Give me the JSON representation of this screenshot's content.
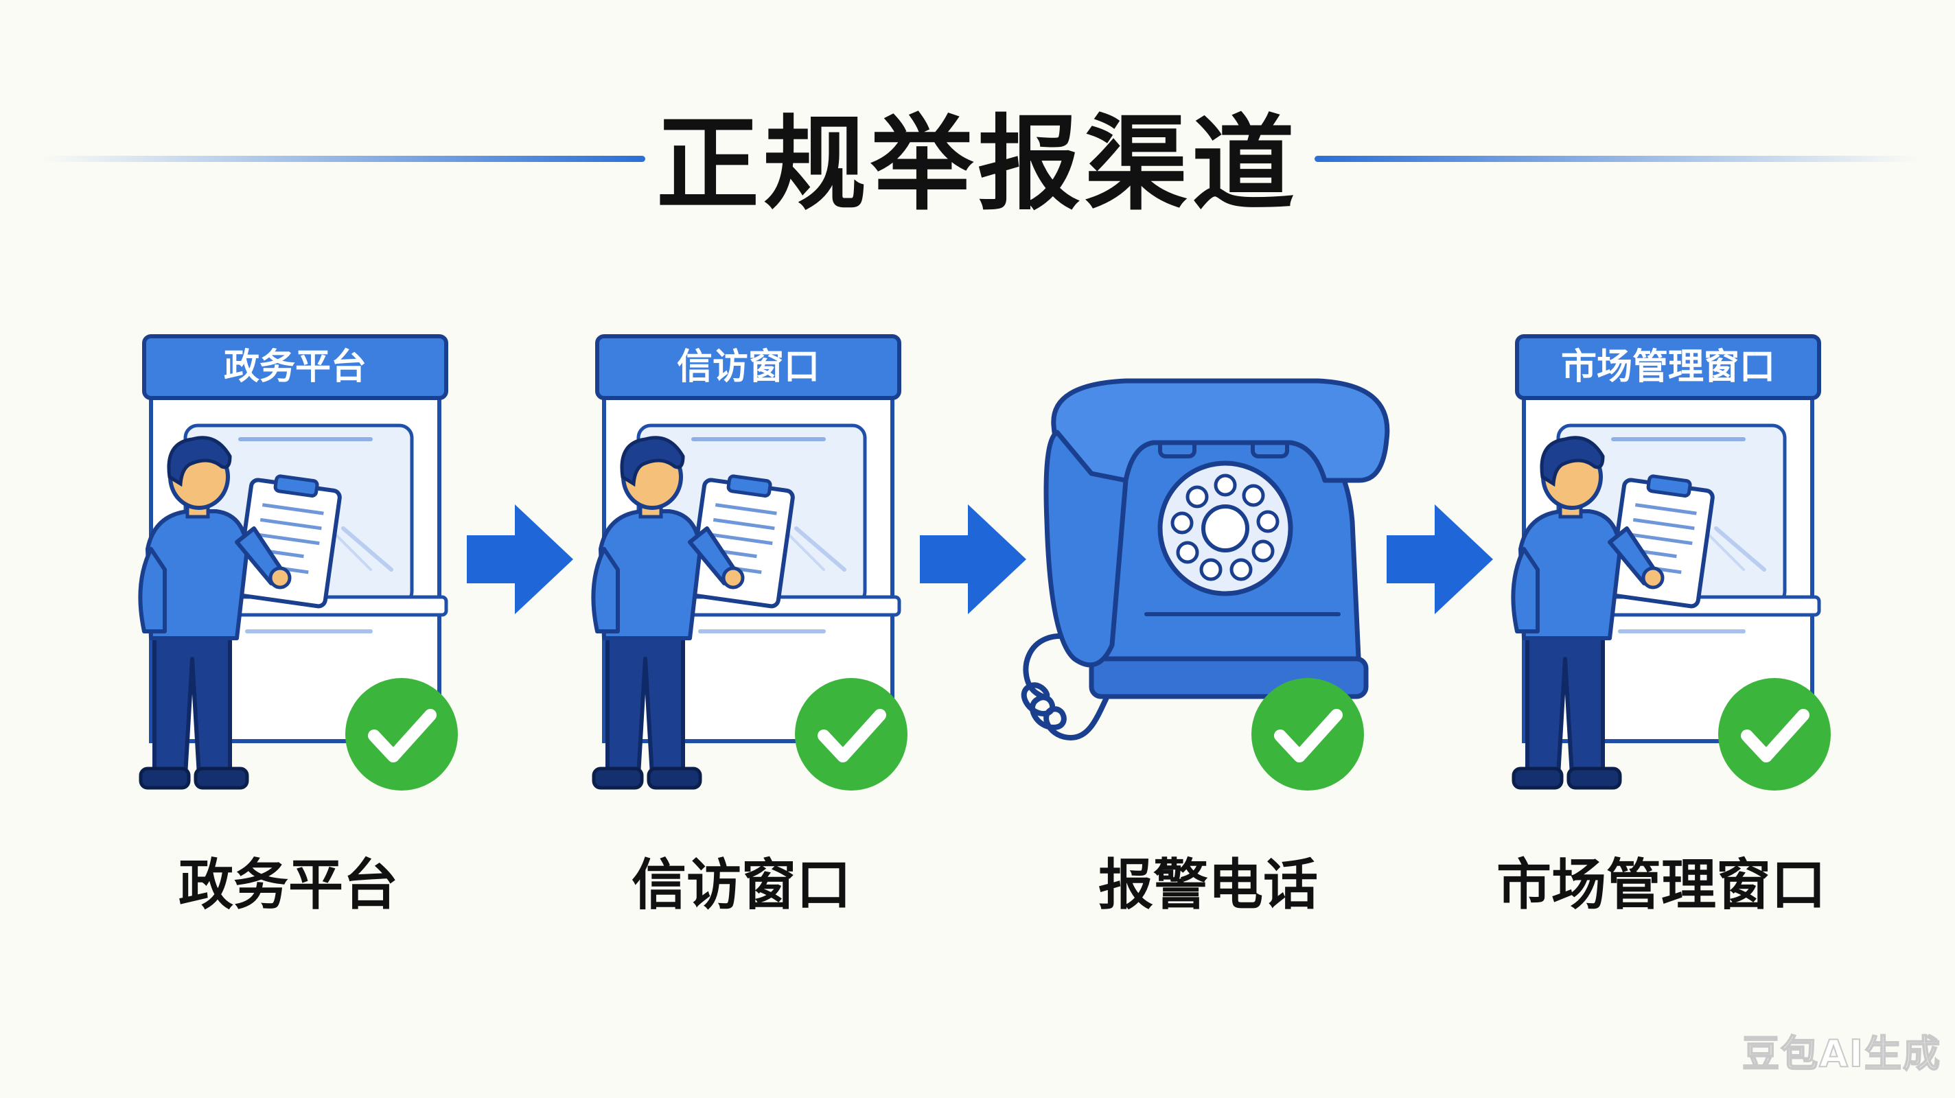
{
  "title": "正规举报渠道",
  "channels": [
    {
      "header": "政务平台",
      "caption": "政务平台",
      "icon": "clerk-window-icon"
    },
    {
      "header": "信访窗口",
      "caption": "信访窗口",
      "icon": "clerk-window-icon"
    },
    {
      "header": "",
      "caption": "报警电话",
      "icon": "rotary-phone-icon"
    },
    {
      "header": "市场管理窗口",
      "caption": "市场管理窗口",
      "icon": "clerk-window-icon"
    }
  ],
  "watermark": "豆包AI生成",
  "colors": {
    "primary_blue": "#3d7fdf",
    "dark_blue": "#1a3f8f",
    "arrow_blue": "#1f67d9",
    "check_green": "#3cb53c"
  }
}
